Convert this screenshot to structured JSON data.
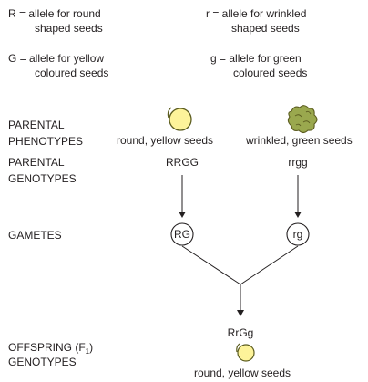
{
  "alleles": {
    "R": {
      "line1": "R = allele for round",
      "line2": "shaped seeds"
    },
    "r": {
      "line1": "r = allele for wrinkled",
      "line2": "shaped seeds"
    },
    "G": {
      "line1": "G = allele for yellow",
      "line2": "coloured seeds"
    },
    "g": {
      "line1": "g = allele for green",
      "line2": "coloured seeds"
    }
  },
  "labels": {
    "parental_phenotypes": [
      "PARENTAL",
      "PHENOTYPES"
    ],
    "parental_genotypes": [
      "PARENTAL",
      "GENOTYPES"
    ],
    "gametes": "GAMETES",
    "offspring_prefix": "OFFSPRING (F",
    "offspring_subscript": "1",
    "offspring_suffix": ")",
    "offspring_line2": "GENOTYPES"
  },
  "parent1": {
    "phenotype": "round, yellow seeds",
    "genotype": "RRGG",
    "gamete": "RG"
  },
  "parent2": {
    "phenotype": "wrinkled, green seeds",
    "genotype": "rrgg",
    "gamete": "rg"
  },
  "offspring": {
    "genotype": "RrGg",
    "phenotype": "round, yellow seeds"
  },
  "colors": {
    "text": "#231f20",
    "yellow_seed_fill": "#fdf39a",
    "seed_outline": "#5c5d20",
    "green_seed_fill": "#9aa84e",
    "line": "#231f20"
  }
}
